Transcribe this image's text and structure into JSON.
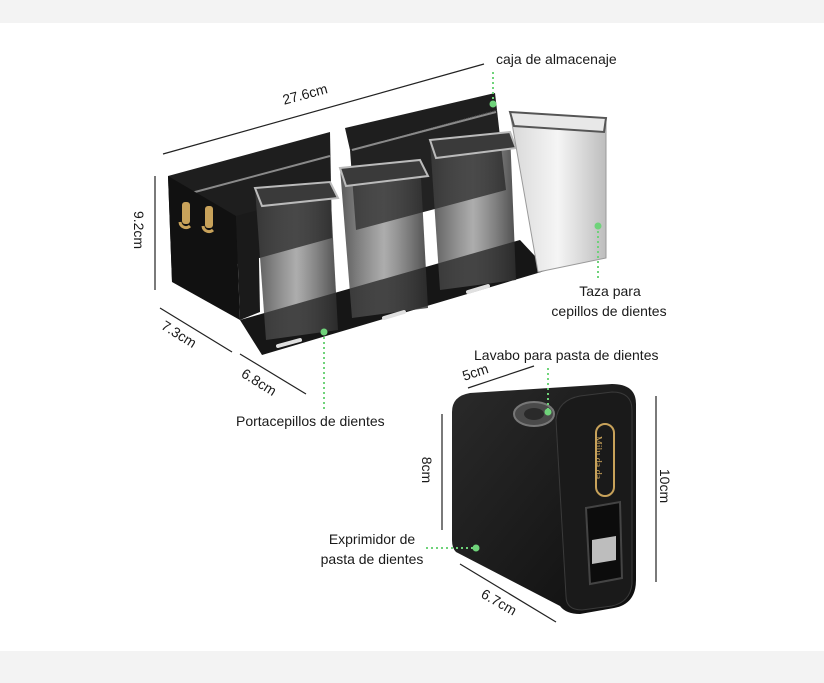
{
  "callouts": {
    "storage_box": "caja de almacenaje",
    "cup_line1": "Taza para",
    "cup_line2": "cepillos de dientes",
    "toothbrush_holder": "Portacepillos de dientes",
    "paste_basin": "Lavabo para pasta de dientes",
    "squeezer_line1": "Exprimidor de",
    "squeezer_line2": "pasta de dientes"
  },
  "dimensions": {
    "rack_length": "27.6cm",
    "rack_height": "9.2cm",
    "rack_depth": "7.3cm",
    "cup_width": "6.8cm",
    "dispenser_top": "5cm",
    "dispenser_height_left": "8cm",
    "dispenser_height_right": "10cm",
    "dispenser_width": "6.7cm"
  },
  "brand_plate": "Milu da da",
  "colors": {
    "body_black": "#1b1b1b",
    "accent_gold": "#c8a25a",
    "marker_green": "#6fd37a"
  }
}
